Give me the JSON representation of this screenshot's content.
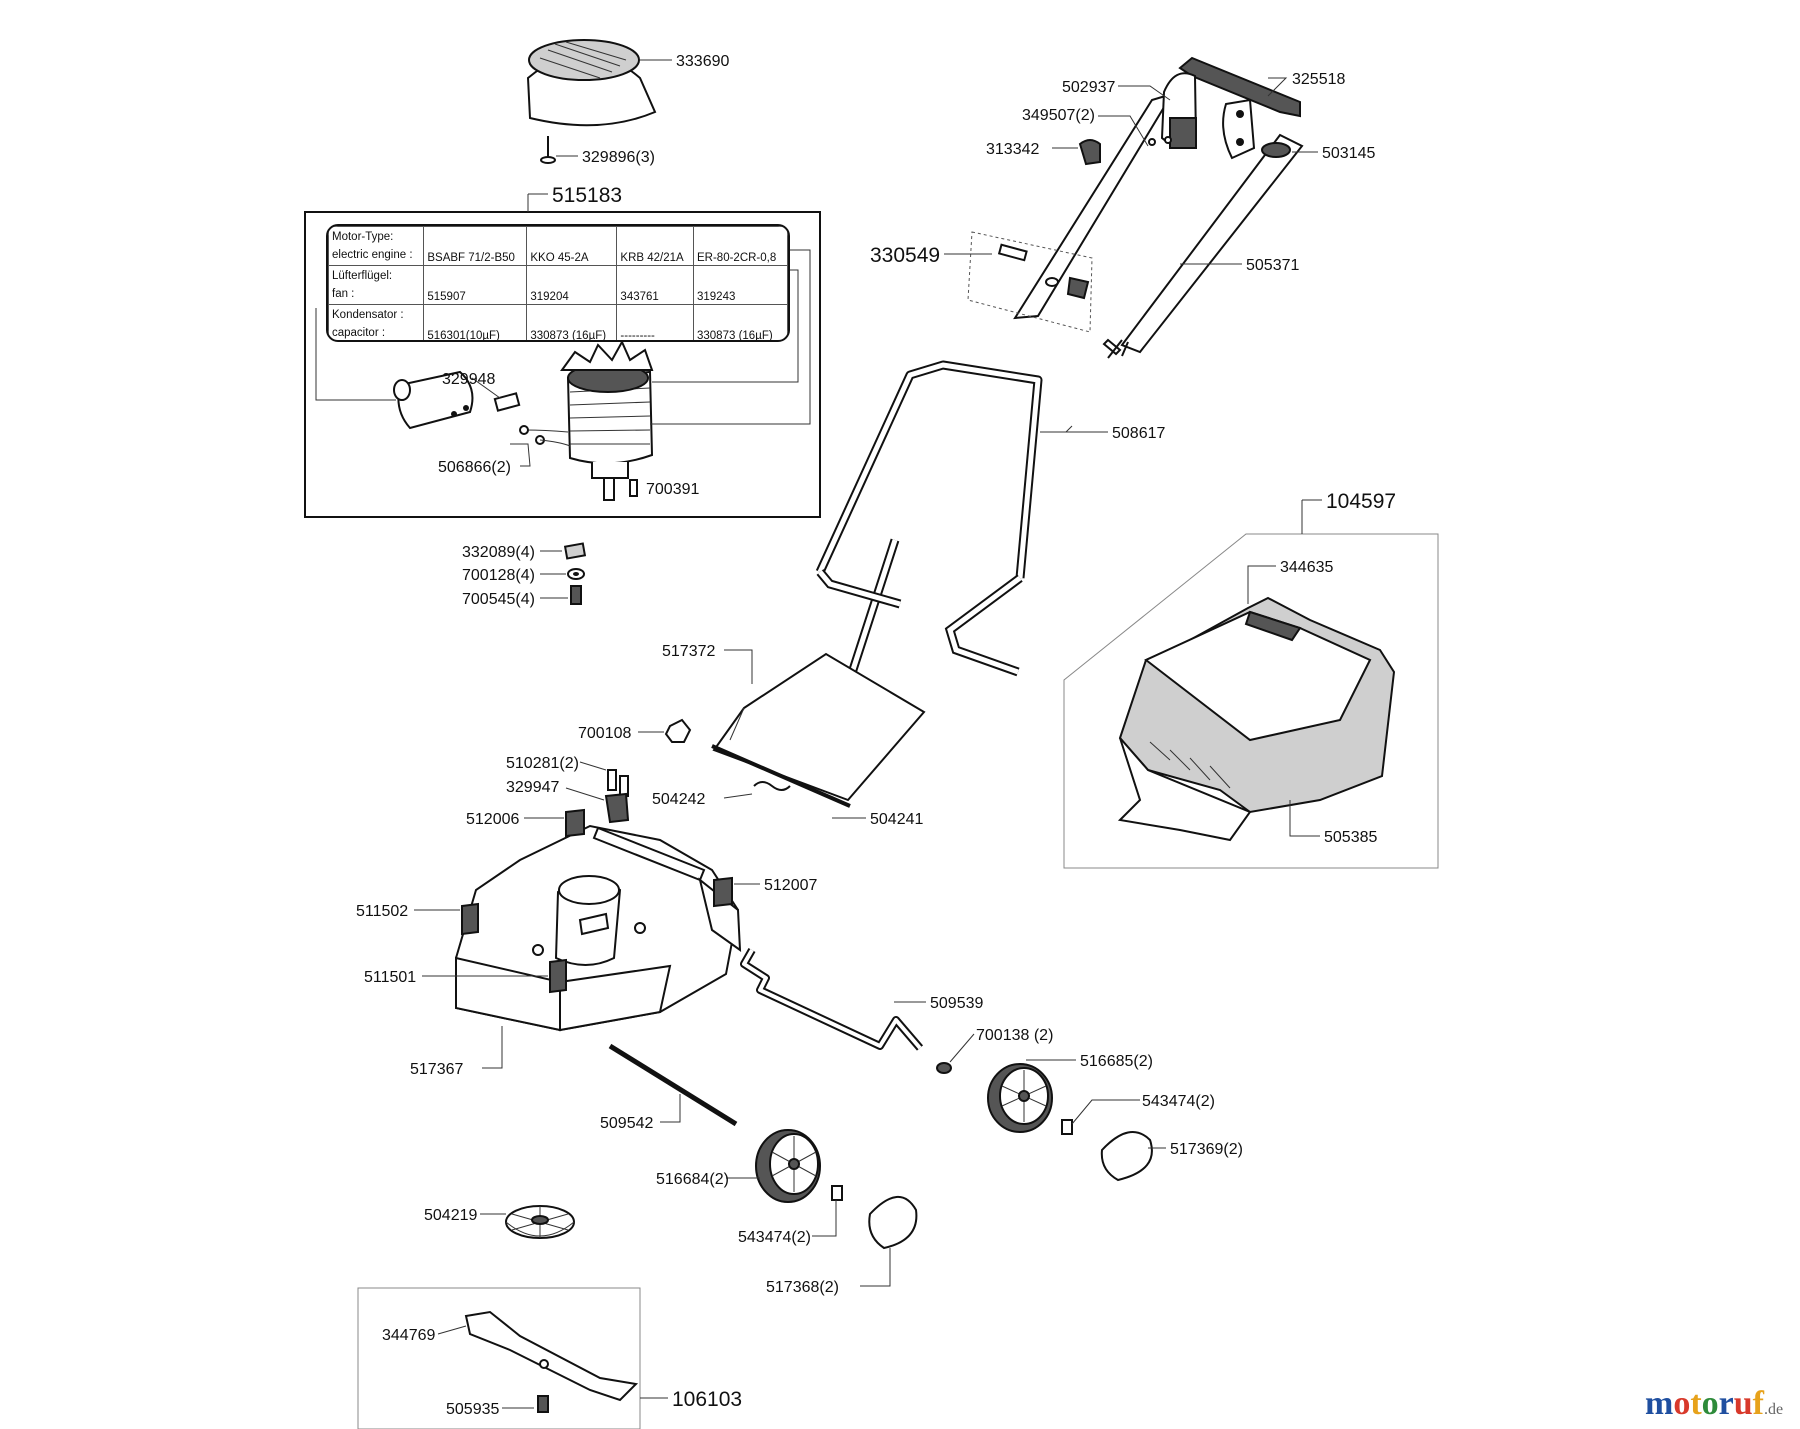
{
  "parts": {
    "p333690": "333690",
    "p329896": "329896(3)",
    "p515183": "515183",
    "p329948": "329948",
    "p506866": "506866(2)",
    "p700391": "700391",
    "p332089": "332089(4)",
    "p700128": "700128(4)",
    "p700545": "700545(4)",
    "p502937": "502937",
    "p349507": "349507(2)",
    "p325518": "325518",
    "p313342": "313342",
    "p503145": "503145",
    "p330549": "330549",
    "p505371": "505371",
    "p508617": "508617",
    "p104597": "104597",
    "p344635": "344635",
    "p505385": "505385",
    "p517372": "517372",
    "p700108": "700108",
    "p510281": "510281(2)",
    "p329947": "329947",
    "p504242": "504242",
    "p504241": "504241",
    "p512006": "512006",
    "p512007": "512007",
    "p511502": "511502",
    "p511501": "511501",
    "p517367": "517367",
    "p509539": "509539",
    "p700138": "700138 (2)",
    "p516685": "516685(2)",
    "p543474a": "543474(2)",
    "p517369": "517369(2)",
    "p509542": "509542",
    "p516684": "516684(2)",
    "p543474b": "543474(2)",
    "p517368": "517368(2)",
    "p504219": "504219",
    "p344769": "344769",
    "p505935": "505935",
    "p106103": "106103"
  },
  "motor_table": {
    "rows": [
      {
        "label1": "Motor-Type:",
        "label2": "electric engine :",
        "values": [
          "BSABF 71/2-B50",
          "KKO 45-2A",
          "KRB 42/21A",
          "ER-80-2CR-0,8"
        ]
      },
      {
        "label1": "Lüfterflügel:",
        "label2": "fan :",
        "values": [
          "515907",
          "319204",
          "343761",
          "319243"
        ]
      },
      {
        "label1": "Kondensator :",
        "label2": "capacitor :",
        "values": [
          "516301(10µF)",
          "330873 (16µF)",
          "---------",
          "330873 (16µF)"
        ]
      }
    ]
  },
  "logo": {
    "letters": [
      "m",
      "o",
      "t",
      "o",
      "r",
      "u",
      "f"
    ],
    "colors": [
      "#1f4fa0",
      "#d8392b",
      "#e7a21b",
      "#2e8b3a",
      "#1f4fa0",
      "#d8392b",
      "#e7a21b"
    ],
    "domain": ".de"
  }
}
